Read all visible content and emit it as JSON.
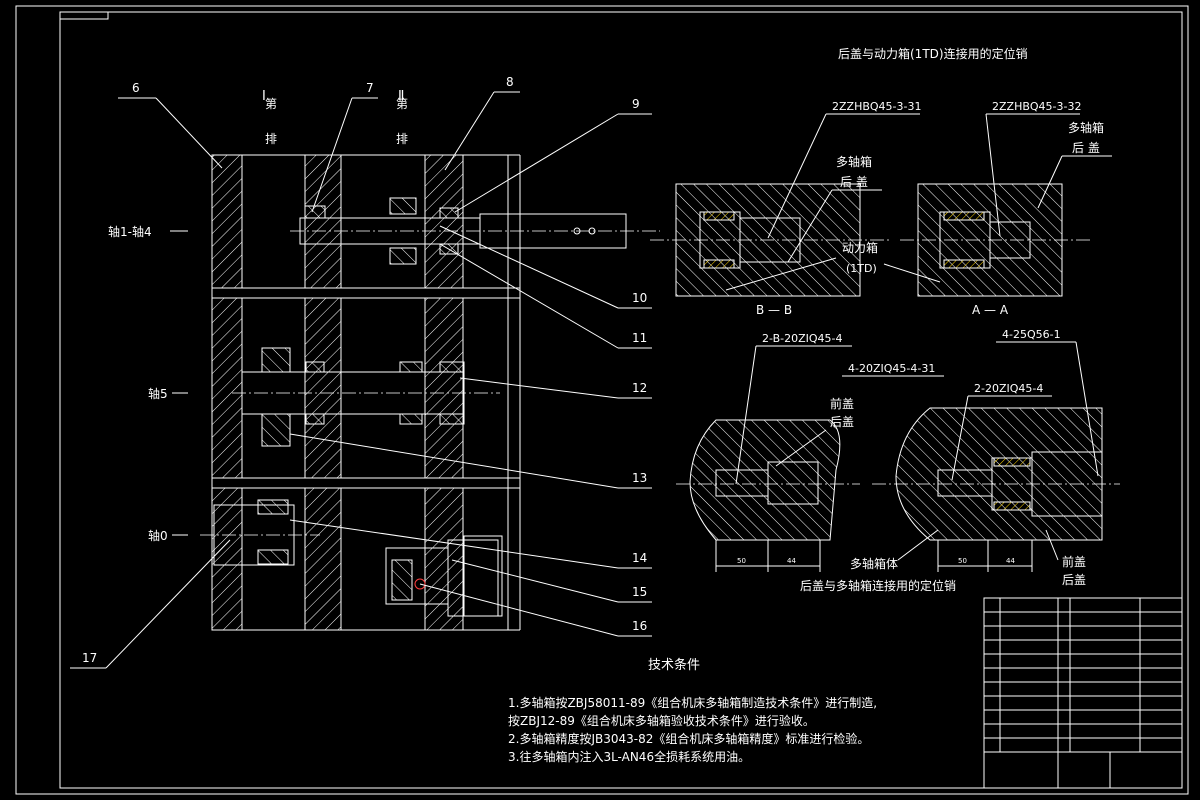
{
  "title_top": "后盖与动力箱(1TD)连接用的定位销",
  "title_bottom": "后盖与多轴箱连接用的定位销",
  "row_labels": {
    "row1": "Ⅰ",
    "row1_sub": "第\n排",
    "row2": "Ⅱ",
    "row2_sub": "第\n排"
  },
  "col1_chars": [
    "第",
    "排"
  ],
  "col2_chars": [
    "第",
    "排"
  ],
  "roman_1": "Ⅰ",
  "roman_2": "Ⅱ",
  "axis_labels": {
    "a": "轴1-轴4",
    "b": "轴5",
    "c": "轴0"
  },
  "part_numbers": [
    "6",
    "7",
    "8",
    "9",
    "10",
    "11",
    "12",
    "13",
    "14",
    "15",
    "16",
    "17"
  ],
  "detail_labels": {
    "pin_b": "2ZZHBQ45-3-31",
    "pin_a": "2ZZHBQ45-3-32",
    "multi_cover_1a": "多轴箱",
    "multi_cover_1b": "后  盖",
    "multi_cover_2a": "多轴箱",
    "multi_cover_2b": "后  盖",
    "power_box_a": "动力箱",
    "power_box_b": "(1TD)",
    "section_bb": "B — B",
    "section_aa": "A — A",
    "pin_front_left": "2-B-20ZIQ45-4",
    "pin_mid": "4-20ZIQ45-4-31",
    "pin_right_top": "4-25Q56-1",
    "pin_right": "2-20ZIQ45-4",
    "front_cover": "前盖",
    "rear_cover": "后盖",
    "front_cover_2": "前盖",
    "rear_cover_2": "后盖",
    "multi_box_body": "多轴箱体",
    "dim_50a": "50",
    "dim_44a": "44",
    "dim_50b": "50",
    "dim_44b": "44"
  },
  "notes": {
    "title": "技术条件",
    "lines": [
      "1.多轴箱按ZBJ58011-89《组合机床多轴箱制造技术条件》进行制造,",
      "   按ZBJ12-89《组合机床多轴箱验收技术条件》进行验收。",
      "2.多轴箱精度按JB3043-82《组合机床多轴箱精度》标准进行检验。",
      "3.往多轴箱内注入3L-AN46全损耗系统用油。"
    ]
  }
}
